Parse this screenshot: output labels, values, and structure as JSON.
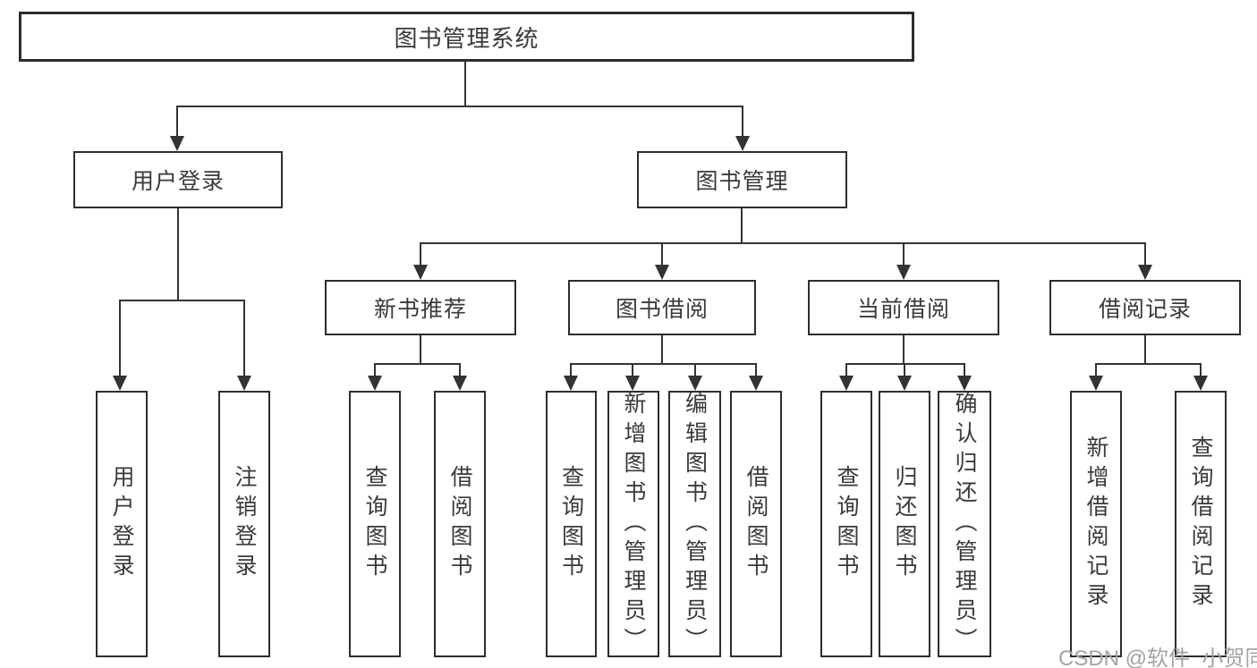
{
  "diagram_title": "图书管理系统",
  "nodes": {
    "root": "图书管理系统",
    "user_login": "用户登录",
    "book_mgmt": "图书管理",
    "new_rec": "新书推荐",
    "borrowing": "图书借阅",
    "current": "当前借阅",
    "records": "借阅记录",
    "leaf_user_login": "用户登录",
    "leaf_logout": "注销登录",
    "leaf_query_books_1": "查询图书",
    "leaf_borrow_books_1": "借阅图书",
    "leaf_query_books_2": "查询图书",
    "leaf_add_books_admin": "新增图书（管理员）",
    "leaf_edit_books_admin": "编辑图书（管理员）",
    "leaf_borrow_books_2": "借阅图书",
    "leaf_query_books_3": "查询图书",
    "leaf_return_books": "归还图书",
    "leaf_confirm_return_admin": "确认归还（管理员）",
    "leaf_add_borrow_record": "新增借阅记录",
    "leaf_query_borrow_record": "查询借阅记录"
  },
  "hierarchy": {
    "图书管理系统": {
      "用户登录": [
        "用户登录",
        "注销登录"
      ],
      "图书管理": {
        "新书推荐": [
          "查询图书",
          "借阅图书"
        ],
        "图书借阅": [
          "查询图书",
          "新增图书（管理员）",
          "编辑图书（管理员）",
          "借阅图书"
        ],
        "当前借阅": [
          "查询图书",
          "归还图书",
          "确认归还（管理员）"
        ],
        "借阅记录": [
          "新增借阅记录",
          "查询借阅记录"
        ]
      }
    }
  },
  "watermark": "CSDN @软件_小贺同学",
  "colors": {
    "line": "#333333",
    "box_border": "#2d2d2d",
    "text": "#3a3a3a",
    "watermark": "#a3a3a3",
    "background": "#ffffff"
  }
}
